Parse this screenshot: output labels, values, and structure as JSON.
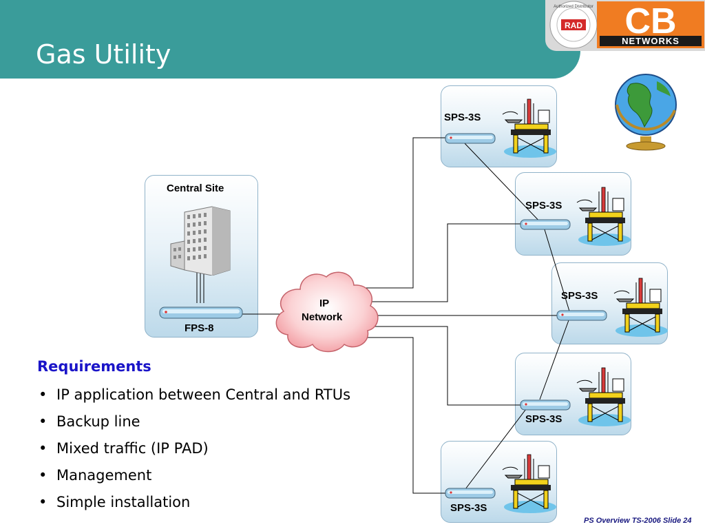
{
  "slide": {
    "title": "Gas Utility",
    "footer": "PS Overview TS-2006  Slide 24"
  },
  "logos": {
    "seal_text": "Authorized Distributor",
    "seal_badge": "RAD",
    "cb_text": "CB",
    "networks_text": "NETWORKS"
  },
  "diagram": {
    "central_site_label": "Central Site",
    "central_device_label": "FPS-8",
    "cloud_line1": "IP",
    "cloud_line2": "Network",
    "remote_sites": [
      {
        "label": "SPS-3S"
      },
      {
        "label": "SPS-3S"
      },
      {
        "label": "SPS-3S"
      },
      {
        "label": "SPS-3S"
      },
      {
        "label": "SPS-3S"
      }
    ]
  },
  "requirements": {
    "heading": "Requirements",
    "items": [
      "IP application between Central and RTUs",
      "Backup line",
      "Mixed traffic (IP PAD)",
      "Management",
      "Simple installation"
    ]
  },
  "colors": {
    "header": "#3a9c9a",
    "requirements_heading": "#1a14c8",
    "cloud": "#f7b5b8",
    "cb_logo": "#f07c22"
  },
  "icons": [
    "globe-icon",
    "office-building-icon",
    "oil-rig-icon",
    "router-icon",
    "cloud-icon"
  ]
}
